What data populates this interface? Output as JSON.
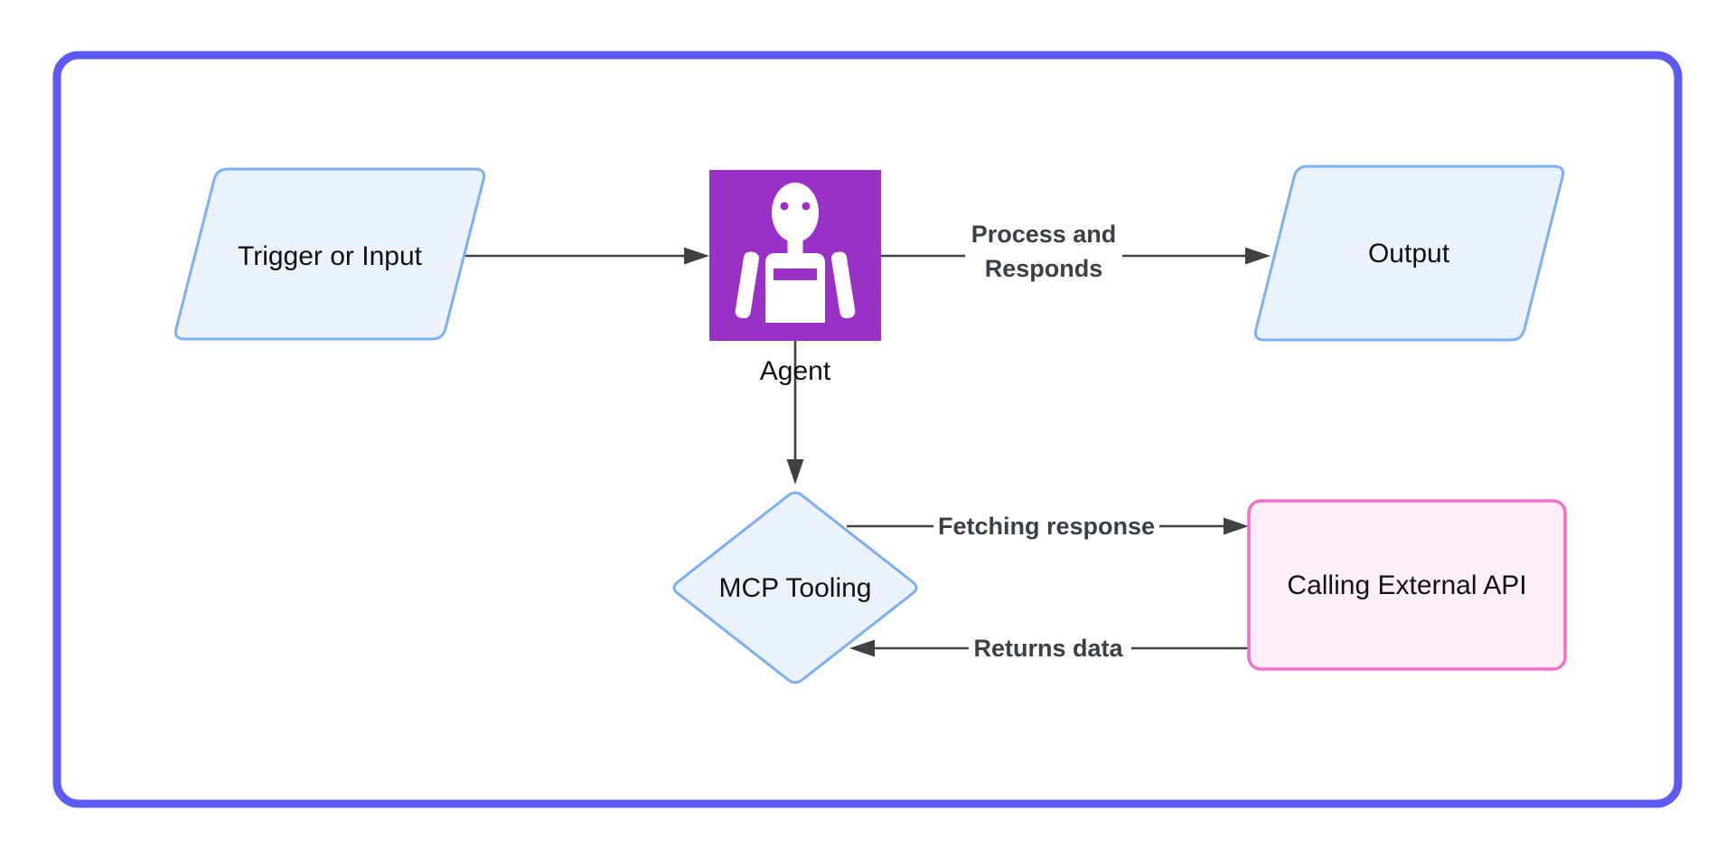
{
  "diagram": {
    "title": "",
    "nodes": {
      "trigger": {
        "label": "Trigger or Input",
        "shape": "parallelogram",
        "fill": "#ebf2fc",
        "stroke": "#7cb0f3"
      },
      "agent": {
        "label": "Agent",
        "shape": "square-icon",
        "icon": "robot-icon",
        "fill": "#9b30c8"
      },
      "output": {
        "label": "Output",
        "shape": "parallelogram",
        "fill": "#ebf2fc",
        "stroke": "#7cb0f3"
      },
      "mcp_tooling": {
        "label": "MCP Tooling",
        "shape": "diamond",
        "fill": "#ebf2fc",
        "stroke": "#7cb0f3"
      },
      "external_api": {
        "label": "Calling External API",
        "shape": "rounded-rectangle",
        "fill": "#fdeff9",
        "stroke": "#f26fca"
      }
    },
    "edges": {
      "trigger_to_agent": {
        "label": "",
        "direction": "right"
      },
      "agent_to_output": {
        "label_lines": [
          "Process and",
          "Responds"
        ],
        "direction": "right"
      },
      "agent_to_mcp": {
        "label": "",
        "direction": "down"
      },
      "mcp_to_api": {
        "label": "Fetching response",
        "direction": "right"
      },
      "api_to_mcp": {
        "label": "Returns data",
        "direction": "left"
      }
    },
    "colors": {
      "frame_border": "#5c5af2",
      "arrow": "#3f4245",
      "edge_label_text": "#3b4045",
      "node_label_text": "#111111",
      "background": "#ffffff"
    }
  }
}
